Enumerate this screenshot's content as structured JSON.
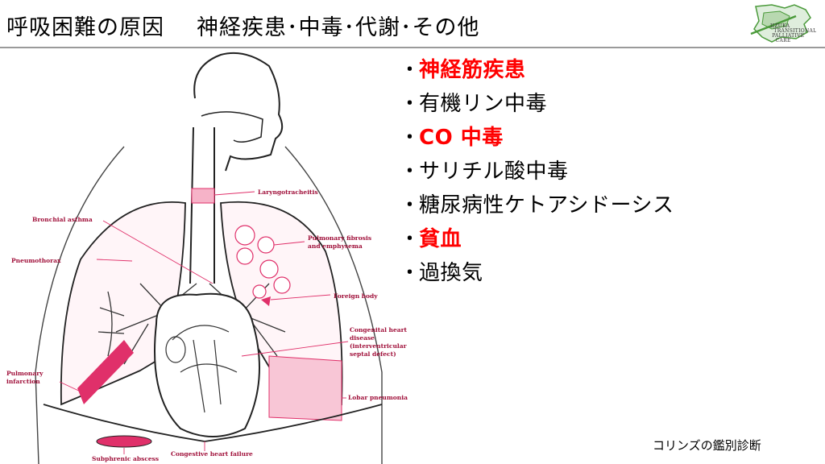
{
  "header": {
    "title_left": "呼吸困難の原因",
    "title_right": "神経疾患･中毒･代謝･その他",
    "logo_text": [
      "IIZUKA",
      "TRANSITIONAL",
      "PALLIATIVE",
      "CARE"
    ],
    "logo_color": "#4a9a3a"
  },
  "causes": [
    {
      "bullet": "･",
      "label": "神経筋疾患",
      "highlight": true
    },
    {
      "bullet": "･",
      "label": "有機リン中毒",
      "highlight": false
    },
    {
      "bullet": "･",
      "label": "CO 中毒",
      "highlight": true
    },
    {
      "bullet": "･",
      "label": "サリチル酸中毒",
      "highlight": false
    },
    {
      "bullet": "･",
      "label": "糖尿病性ケトアシドーシス",
      "highlight": false
    },
    {
      "bullet": "･",
      "label": "貧血",
      "highlight": true
    },
    {
      "bullet": "･",
      "label": "過換気",
      "highlight": false
    }
  ],
  "diagram": {
    "labels": {
      "laryngotracheitis": "Laryngotracheitis",
      "bronchial_asthma": "Bronchial asthma",
      "pulmonary_fibrosis_1": "Pulmonary fibrosis",
      "pulmonary_fibrosis_2": "and emphysema",
      "pneumothorax": "Pneumothorax",
      "foreign_body": "Foreign body",
      "congenital_1": "Congenital heart",
      "congenital_2": "disease",
      "congenital_3": "(interventricular",
      "congenital_4": "septal defect)",
      "pulmonary_infarction_1": "Pulmonary",
      "pulmonary_infarction_2": "infarction",
      "lobar_pneumonia": "Lobar pneumonia",
      "subphrenic_abscess": "Subphrenic abscess",
      "congestive_heart_failure": "Congestive heart failure"
    },
    "accent_color": "#e0306a"
  },
  "source": "コリンズの鑑別診断",
  "colors": {
    "highlight": "#ff0000",
    "rule": "#9a9a9a"
  }
}
